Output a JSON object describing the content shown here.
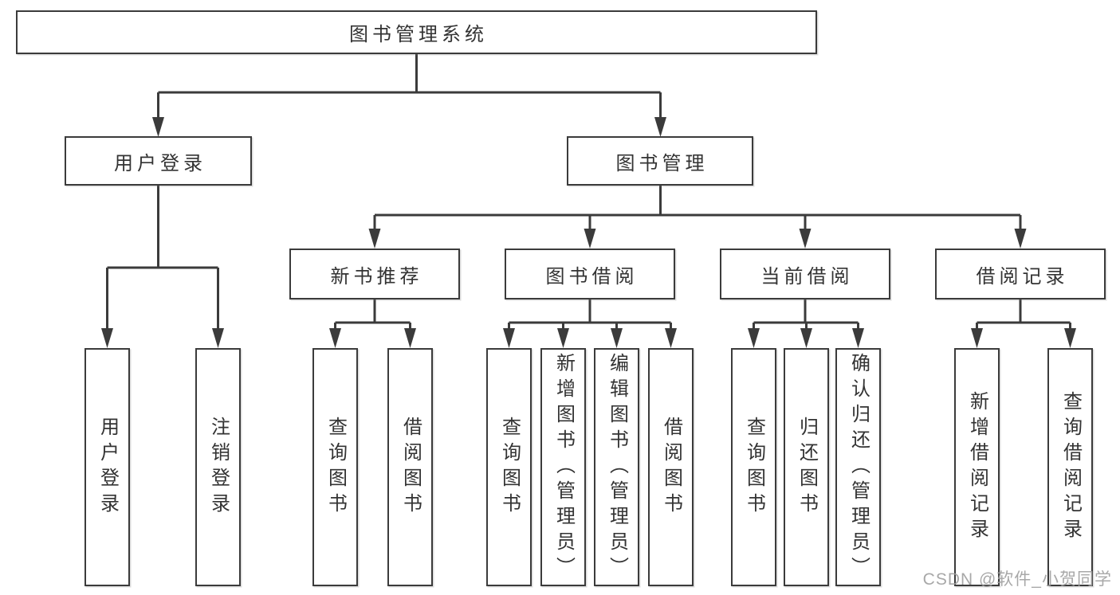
{
  "nodes": {
    "root": {
      "label": "图书管理系统"
    },
    "level2": [
      {
        "label": "用户登录"
      },
      {
        "label": "图书管理"
      }
    ],
    "level3": [
      {
        "label": "新书推荐"
      },
      {
        "label": "图书借阅"
      },
      {
        "label": "当前借阅"
      },
      {
        "label": "借阅记录"
      }
    ],
    "leaves": [
      {
        "label": "用户登录",
        "parent": "用户登录"
      },
      {
        "label": "注销登录",
        "parent": "用户登录"
      },
      {
        "label": "查询图书",
        "parent": "新书推荐"
      },
      {
        "label": "借阅图书",
        "parent": "新书推荐"
      },
      {
        "label": "查询图书",
        "parent": "图书借阅"
      },
      {
        "label": "新增图书（管理员）",
        "parent": "图书借阅"
      },
      {
        "label": "编辑图书（管理员）",
        "parent": "图书借阅"
      },
      {
        "label": "借阅图书",
        "parent": "图书借阅"
      },
      {
        "label": "查询图书",
        "parent": "当前借阅"
      },
      {
        "label": "归还图书",
        "parent": "当前借阅"
      },
      {
        "label": "确认归还（管理员）",
        "parent": "当前借阅"
      },
      {
        "label": "新增借阅记录",
        "parent": "借阅记录"
      },
      {
        "label": "查询借阅记录",
        "parent": "借阅记录"
      }
    ]
  },
  "watermark": {
    "text": "CSDN @软件_小贺同学"
  },
  "colors": {
    "line": "#3b3b3b",
    "text": "#333333",
    "background": "#ffffff",
    "watermark": "#9e9e9e"
  }
}
